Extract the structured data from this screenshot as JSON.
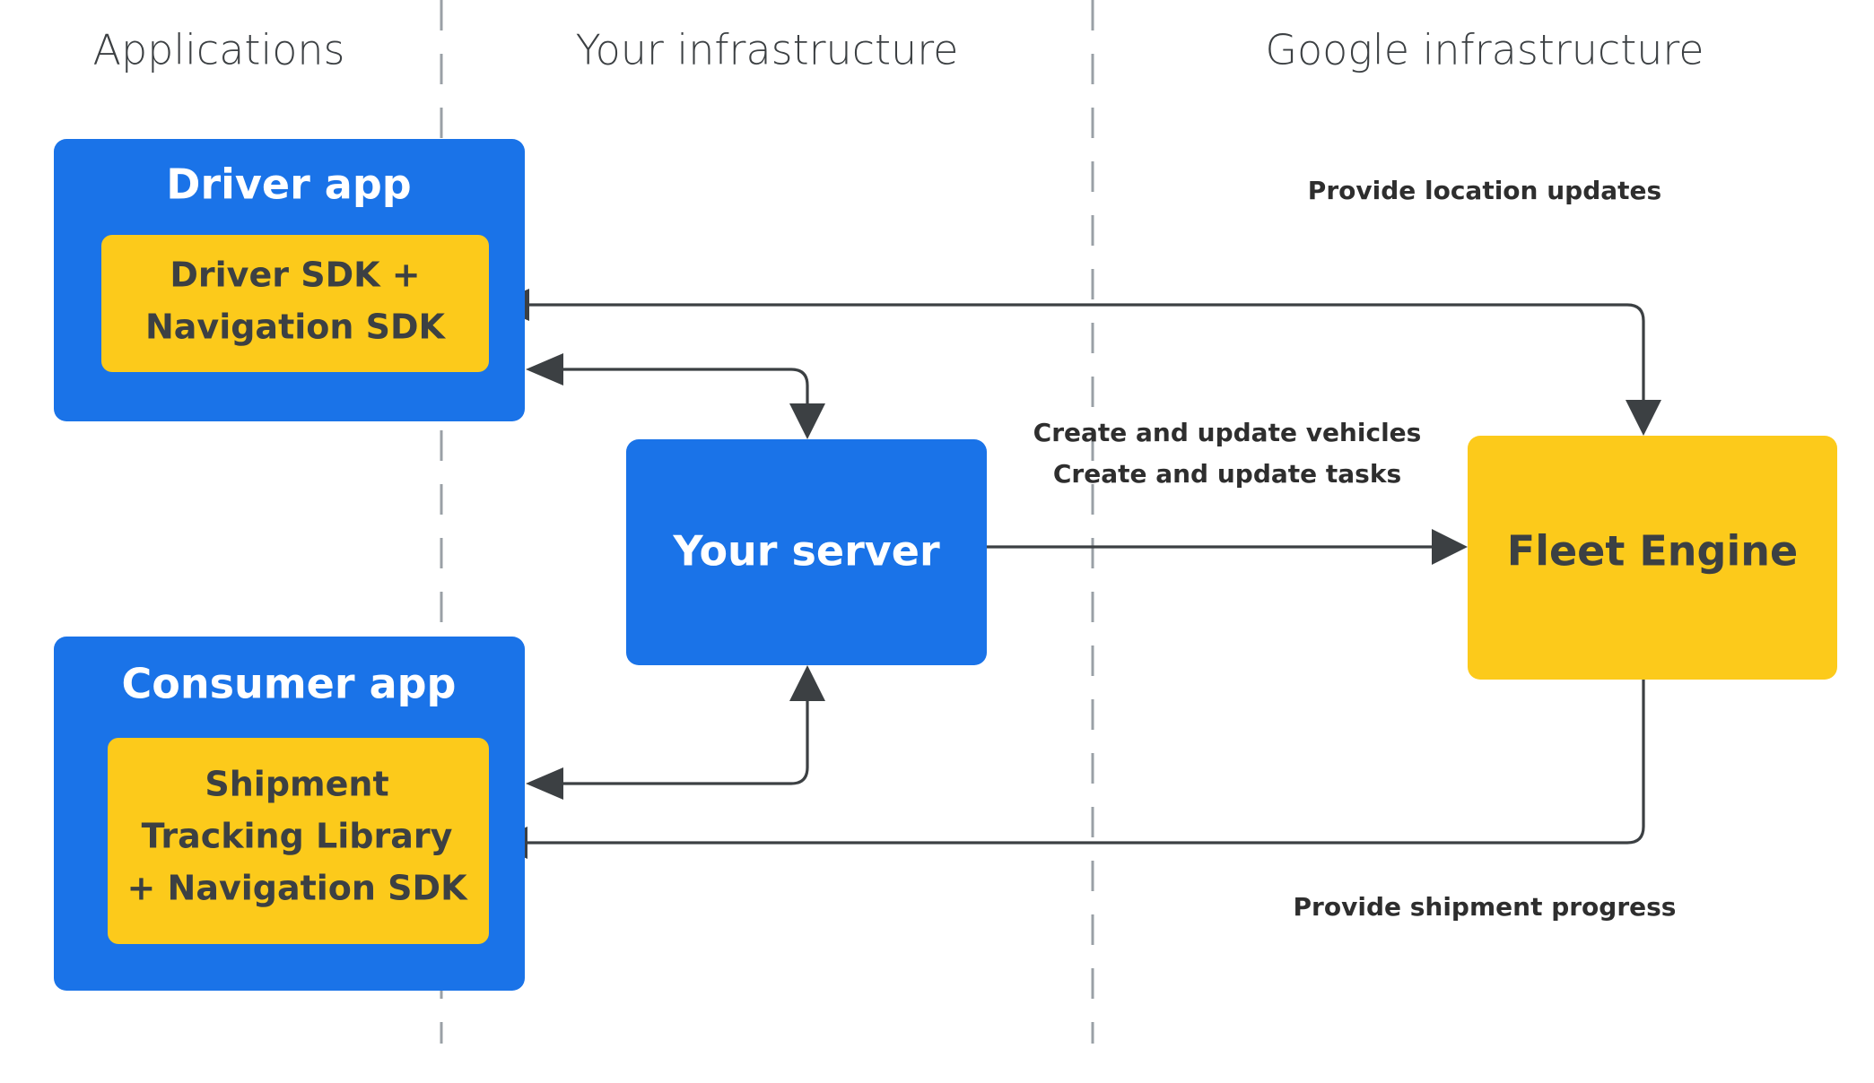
{
  "columns": [
    {
      "id": "applications",
      "label": "Applications"
    },
    {
      "id": "your-infrastructure",
      "label": "Your infrastructure"
    },
    {
      "id": "google-infrastructure",
      "label": "Google infrastructure"
    }
  ],
  "nodes": {
    "driver_app": {
      "title": "Driver app",
      "inner_lines": [
        "Driver SDK +",
        "Navigation SDK"
      ]
    },
    "consumer_app": {
      "title": "Consumer app",
      "inner_lines": [
        "Shipment",
        "Tracking Library",
        "+ Navigation SDK"
      ]
    },
    "your_server": {
      "title": "Your server"
    },
    "fleet_engine": {
      "title": "Fleet Engine"
    }
  },
  "edge_labels": {
    "provide_location_updates": "Provide location updates",
    "create_update_vehicles": "Create and update vehicles",
    "create_update_tasks": "Create and update tasks",
    "provide_shipment_progress": "Provide shipment progress"
  },
  "colors": {
    "app_blue": "#1a73e8",
    "sdk_yellow": "#fcca1b",
    "text_dark": "#3c4043",
    "divider_gray": "#9aa0a6",
    "background": "#ffffff"
  }
}
